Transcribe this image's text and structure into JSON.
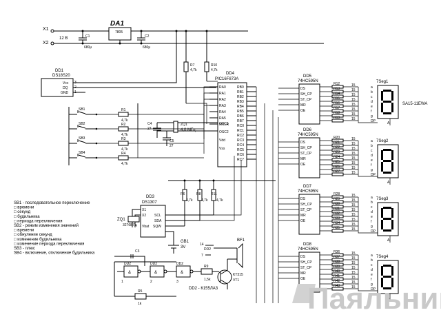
{
  "supply": {
    "x1": "X1",
    "x2": "X2",
    "voltage": "12 В",
    "c1": "C1",
    "c1_value": "680μ",
    "c2": "C2",
    "c2_value": "680μ",
    "da1": "DA1",
    "da1_part": "7805"
  },
  "sensor": {
    "ref": "DD1",
    "part": "DS18S20",
    "pins": [
      "Vcc",
      "DQ",
      "GND"
    ],
    "pin_numbers": [
      "3",
      "2",
      "1"
    ]
  },
  "pullups": [
    {
      "ref": "R7",
      "value": "4,7k"
    },
    {
      "ref": "R10",
      "value": "4,7k"
    }
  ],
  "mcu": {
    "ref": "DD4",
    "part": "PIC16F873A",
    "left_pins": [
      "RA0",
      "RA1",
      "RA2",
      "RA3",
      "RA4",
      "RA5",
      "MCLR"
    ],
    "right_pins": [
      "RB0",
      "RB1",
      "RB2",
      "RB3",
      "RB4",
      "RB5",
      "RB6",
      "RB7",
      "RC0",
      "RC1",
      "RC2",
      "RC3",
      "RC4",
      "RC5",
      "RC6",
      "RC7"
    ],
    "osc_pins": [
      "OSC1",
      "OSC2"
    ],
    "vdd": "Vdd",
    "vss": "Vss"
  },
  "crystal": {
    "ref": "ZQ1",
    "value": "4,0 МГц",
    "c4": "C4",
    "c4_value": "27",
    "c5": "C5",
    "c5_value": "27"
  },
  "buttons": [
    "SB1",
    "SB2",
    "SB3",
    "SB4"
  ],
  "button_resistors": [
    {
      "ref": "R1",
      "value": "4,7k"
    },
    {
      "ref": "R2",
      "value": "4,7k"
    },
    {
      "ref": "R3",
      "value": "4,7k"
    },
    {
      "ref": "R4",
      "value": "4,7k"
    }
  ],
  "shift_registers": [
    {
      "ref": "DD5",
      "part": "74HC595N"
    },
    {
      "ref": "DD6",
      "part": "74HC595N"
    },
    {
      "ref": "DD7",
      "part": "74HC595N"
    },
    {
      "ref": "DD8",
      "part": "74HC595N"
    }
  ],
  "sr_pins": [
    "DS",
    "SH_CP",
    "ST_CP",
    "MR",
    "OE"
  ],
  "displays": [
    {
      "ref": "7Seg1",
      "part": "SA15-11EWA",
      "segments": [
        "a",
        "b",
        "c",
        "d",
        "e",
        "f",
        "g",
        "DP"
      ],
      "common": "A",
      "resistors": [
        "R12",
        "R13",
        "R14",
        "R15",
        "R16",
        "R17",
        "R18",
        "R19"
      ],
      "value": "15"
    },
    {
      "ref": "7Seg2",
      "segments": [
        "a",
        "b",
        "c",
        "d",
        "e",
        "f",
        "g",
        "DP"
      ],
      "common": "A",
      "resistors": [
        "R20",
        "R21",
        "R22",
        "R23",
        "R24",
        "R25",
        "R26",
        "R27"
      ],
      "value": "15"
    },
    {
      "ref": "7Seg3",
      "segments": [
        "a",
        "b",
        "c",
        "d",
        "e",
        "f",
        "g",
        "DP"
      ],
      "common": "A",
      "resistors": [
        "R28",
        "R29",
        "R30",
        "R31",
        "R32",
        "R33",
        "R34",
        "R35"
      ],
      "value": "15"
    },
    {
      "ref": "7Seg4",
      "segments": [
        "a",
        "b",
        "c",
        "d",
        "e",
        "f",
        "g",
        "DP"
      ],
      "common": "A",
      "resistors": [
        "R36",
        "R37",
        "R38",
        "R39",
        "R40",
        "R41",
        "R42",
        "R43"
      ],
      "value": "15"
    }
  ],
  "rtc": {
    "ref": "DD3",
    "part": "DS1307",
    "crystal": "ZQ1",
    "crystal_value": "32768 Гц",
    "pins": [
      "X1",
      "X2",
      "Vbat",
      "SCL",
      "SDA",
      "SQW"
    ]
  },
  "rtc_pullups": [
    {
      "ref": "R6",
      "value": "4,7k"
    },
    {
      "ref": "R8",
      "value": "4,7k"
    },
    {
      "ref": "R11",
      "value": "4,7k"
    }
  ],
  "battery": {
    "ref": "GB1",
    "value": "3V"
  },
  "sound": {
    "buzzer": "BF1",
    "transistor": "VT1",
    "transistor_part": "KT315",
    "r9": "R9",
    "r9_value": "1,5k",
    "r5": "R5",
    "r5_value": "1k",
    "c3": "C3",
    "gate1": "DD2",
    "gate2": "DD2",
    "gate3": "DD2",
    "gate4": "DD2",
    "chip": "DD2 - К155ЛА3",
    "pin14": "14",
    "pin7": "7",
    "gate_labels": [
      "1",
      "2",
      "3"
    ]
  },
  "legend": [
    "SB1 - последовательное переключение",
    "□ времени",
    "□ секунд",
    "□ будильника",
    "□ периода переключения",
    "SB2 - режим изменения значений",
    "□ времени",
    "□ обнуление секунд",
    "□ изменение будильника",
    "□ изменение периода переключения",
    "SB3 - плюс",
    "SB4 - включение, отключение будильника"
  ],
  "watermark": "Паяльник.ru"
}
